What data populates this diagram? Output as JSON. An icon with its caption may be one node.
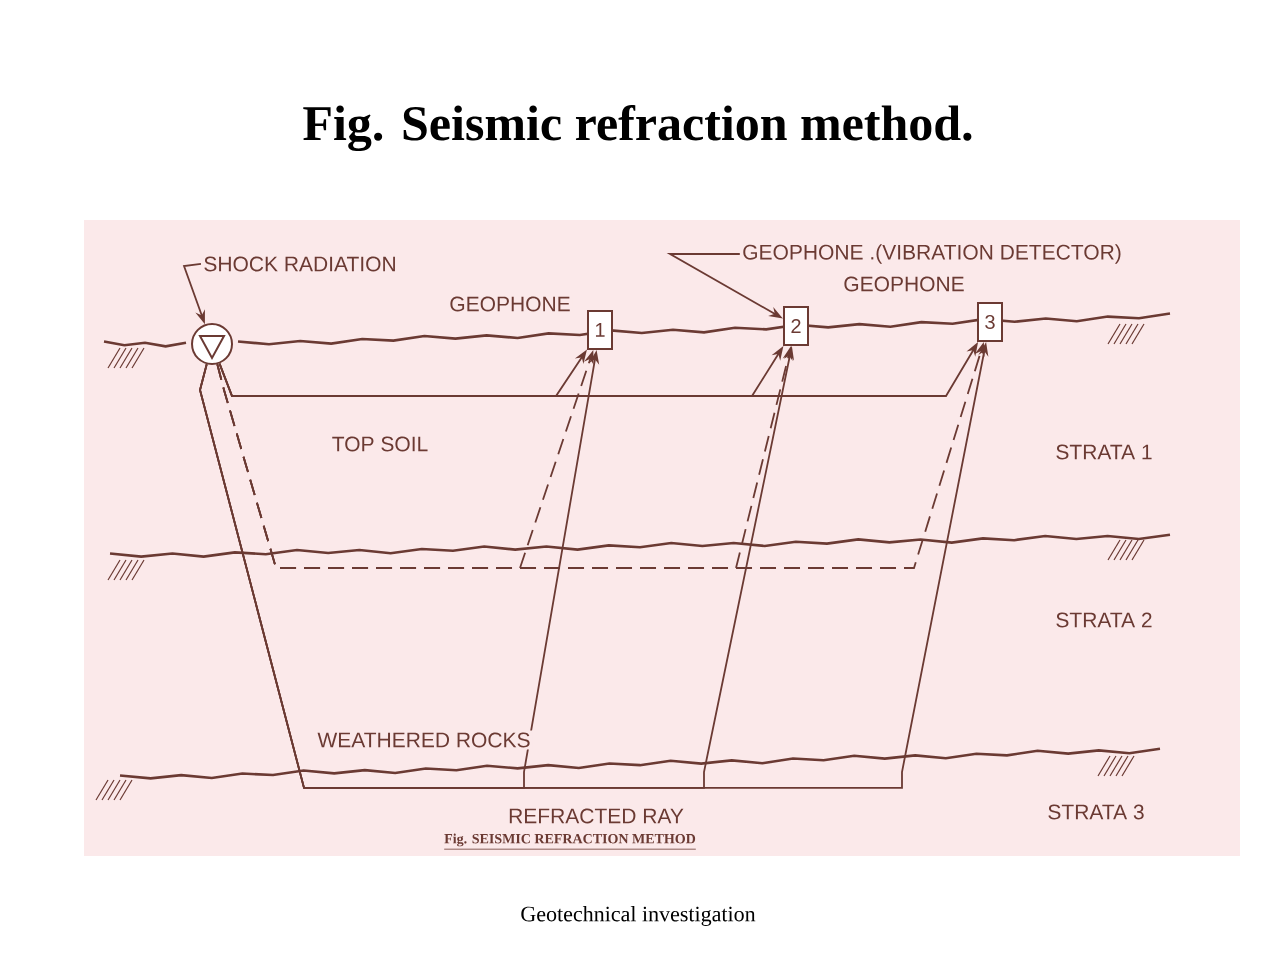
{
  "diagram": {
    "title": "Fig. Seismic refraction method.",
    "caption": "Geotechnical investigation",
    "nodes": [
      {
        "text": [
          "SHOCK RADIATION"
        ]
      },
      {
        "text": [
          "GEOPHONE .(VIBRATION DETECTOR)"
        ]
      },
      {
        "text": [],
        "shape": "circle"
      },
      {
        "text": [
          "1"
        ]
      },
      {
        "text": [
          "2"
        ]
      },
      {
        "text": [
          "3"
        ]
      }
    ],
    "edges": [
      {
        "from": 0,
        "to": 2,
        "arrow": "to"
      },
      {
        "from": 1,
        "to": 4,
        "arrow": "to"
      },
      {
        "from": 2,
        "to": 3,
        "arrow": "to"
      },
      {
        "from": 2,
        "to": 4,
        "arrow": "to"
      },
      {
        "from": 2,
        "to": 5,
        "arrow": "to"
      },
      {
        "from": 2,
        "to": 3,
        "arrow": "to",
        "style": "dashed"
      },
      {
        "from": 2,
        "to": 4,
        "arrow": "to",
        "style": "dashed"
      },
      {
        "from": 2,
        "to": 5,
        "arrow": "to",
        "style": "dashed"
      },
      {
        "from": 2,
        "to": 3,
        "arrow": "to"
      },
      {
        "from": 2,
        "to": 4,
        "arrow": "to"
      },
      {
        "from": 2,
        "to": 5,
        "arrow": "to"
      }
    ],
    "labels": [
      "GEOPHONE",
      "GEOPHONE",
      "TOP SOIL",
      "STRATA 1",
      "STRATA 2",
      "WEATHERED ROCKS",
      "REFRACTED RAY",
      "STRATA 3",
      "Fig. SEISMIC REFRACTION METHOD"
    ]
  }
}
